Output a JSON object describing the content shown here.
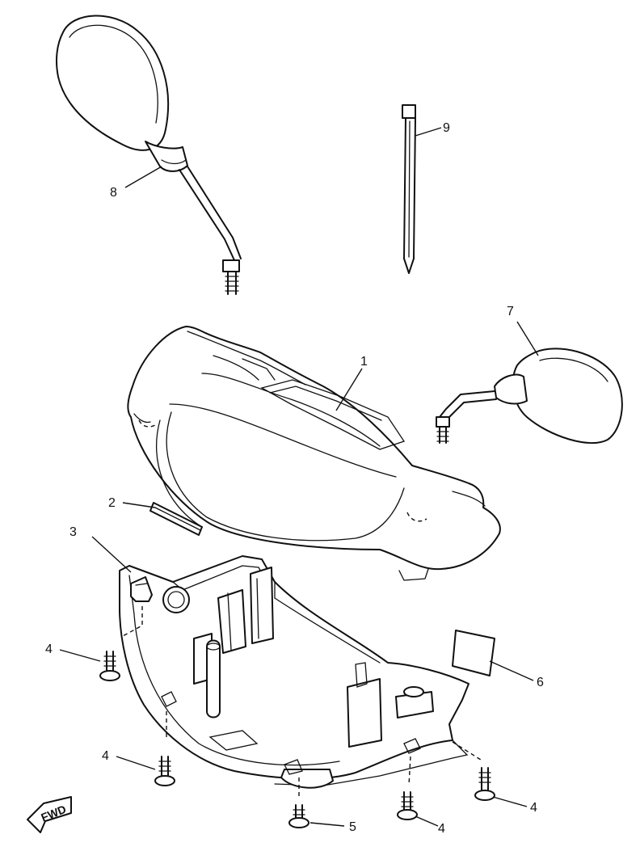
{
  "callouts": [
    {
      "id": "1",
      "label": "1"
    },
    {
      "id": "2",
      "label": "2"
    },
    {
      "id": "3",
      "label": "3"
    },
    {
      "id": "4a",
      "label": "4"
    },
    {
      "id": "4b",
      "label": "4"
    },
    {
      "id": "4c",
      "label": "4"
    },
    {
      "id": "4d",
      "label": "4"
    },
    {
      "id": "5",
      "label": "5"
    },
    {
      "id": "6",
      "label": "6"
    },
    {
      "id": "7",
      "label": "7"
    },
    {
      "id": "8",
      "label": "8"
    },
    {
      "id": "9",
      "label": "9"
    }
  ],
  "direction_marker": {
    "label": "FWD"
  }
}
